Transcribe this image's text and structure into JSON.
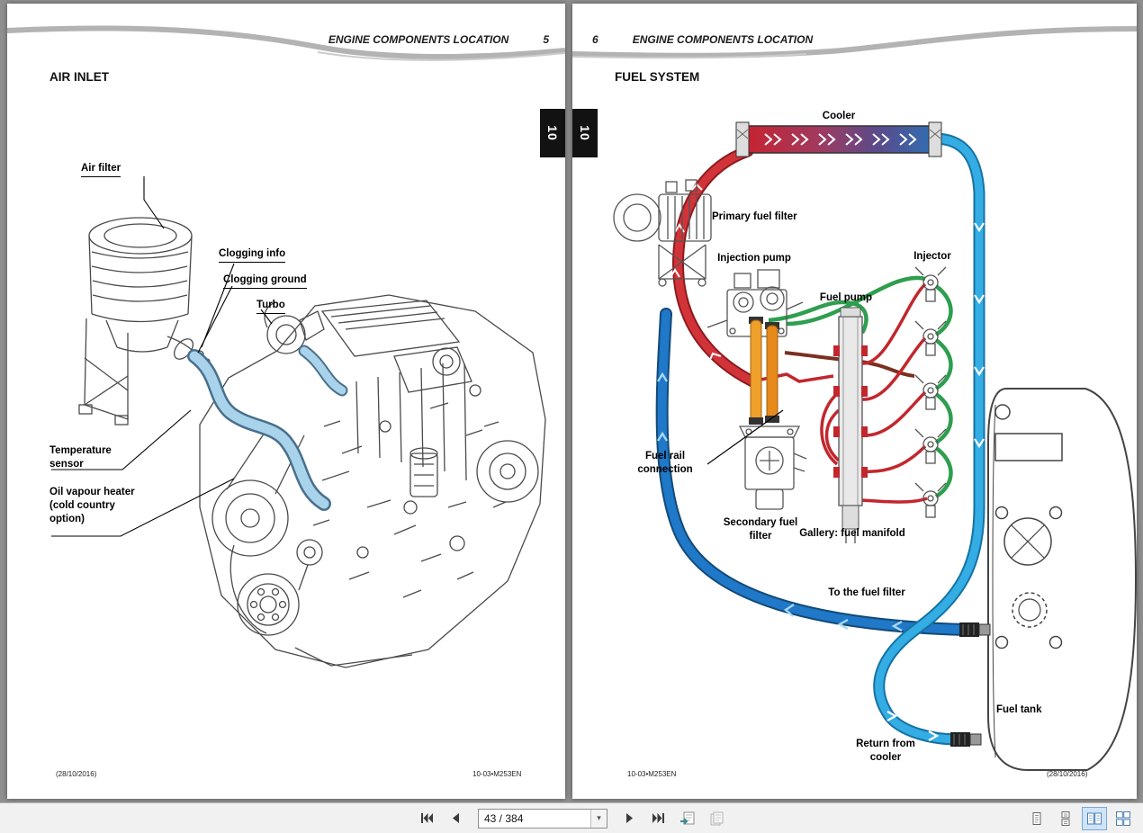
{
  "toolbar": {
    "page_value": "43 / 384",
    "icons": {
      "first": "first-page",
      "previous": "previous-page",
      "next": "next-page",
      "last": "last-page",
      "previous_view": "previous-view",
      "next_view": "next-view",
      "single": "single-page-layout",
      "continuous": "continuous-layout",
      "facing": "facing-page-layout",
      "facing_continuous": "facing-continuous-layout"
    },
    "selected_layout": "facing-page-layout"
  },
  "left_page": {
    "header": {
      "title": "ENGINE COMPONENTS LOCATION",
      "page_number": "5"
    },
    "tab": "10",
    "section_title": "AIR INLET",
    "labels": {
      "air_filter": "Air filter",
      "clogging_info": "Clogging info",
      "clogging_ground": "Clogging ground",
      "turbo": "Turbo",
      "temperature_sensor": "Temperature sensor",
      "oil_vapour_heater": "Oil vapour heater (cold country option)"
    },
    "footer": {
      "date": "(28/10/2016)",
      "code": "10-03•M253EN"
    }
  },
  "right_page": {
    "header": {
      "page_number": "6",
      "title": "ENGINE COMPONENTS LOCATION"
    },
    "tab": "10",
    "section_title": "FUEL SYSTEM",
    "labels": {
      "cooler": "Cooler",
      "primary_fuel_filter": "Primary fuel filter",
      "injection_pump": "Injection pump",
      "fuel_pump": "Fuel pump",
      "injector": "Injector",
      "fuel_rail_connection": "Fuel rail connection",
      "secondary_fuel_filter": "Secondary fuel filter",
      "gallery_fuel_manifold": "Gallery: fuel manifold",
      "to_the_fuel_filter": "To the fuel filter",
      "fuel_tank": "Fuel tank",
      "return_from_cooler": "Return from cooler"
    },
    "footer": {
      "code": "10-03•M253EN",
      "date": "(28/10/2016)"
    }
  },
  "colors": {
    "hose_red": "#c1272d",
    "hose_blue": "#1f78c8",
    "hose_cyan": "#33ade4",
    "hose_green": "#2e9e4f",
    "orange_part": "#e8921c",
    "selected_layout_bg": "#cfe4f7"
  }
}
